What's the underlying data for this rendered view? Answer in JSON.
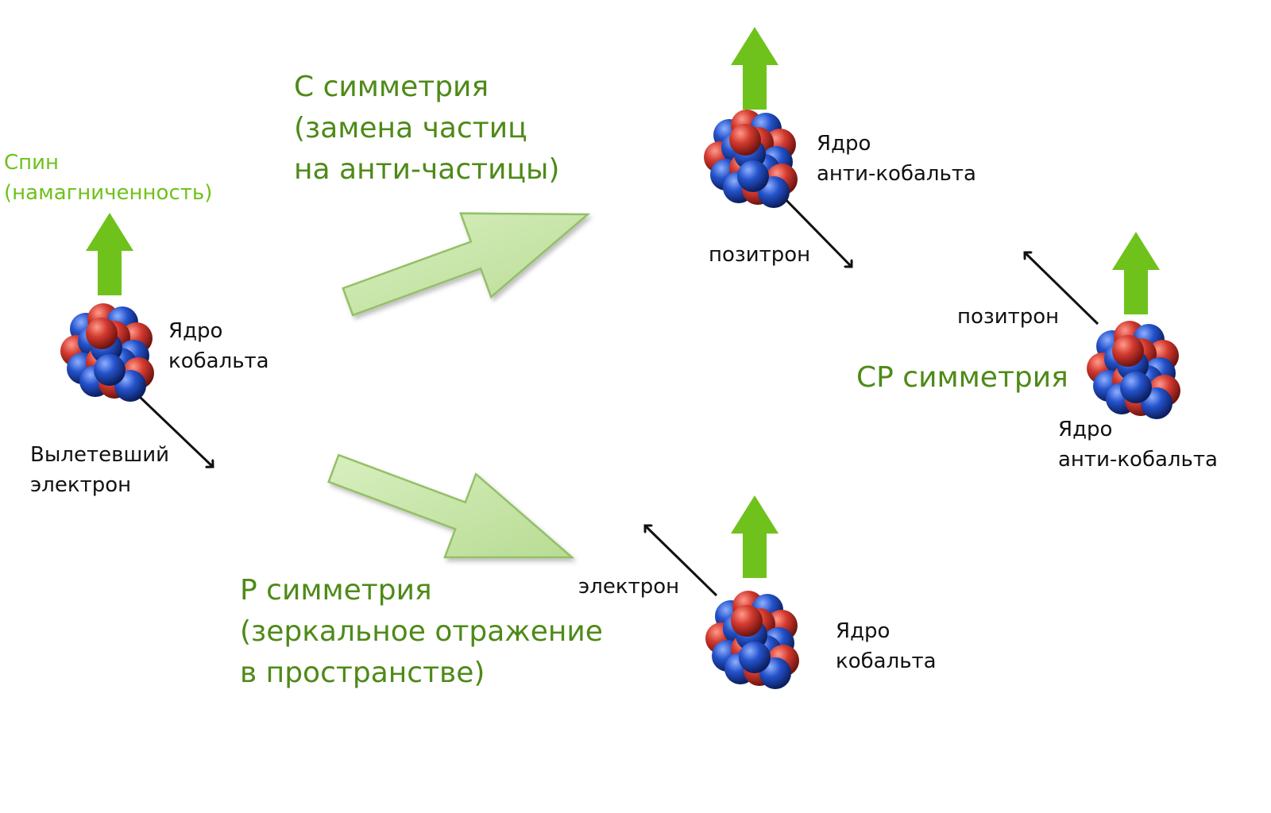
{
  "labels": {
    "spin": "Спин\n(намагниченность)",
    "nucleus_cobalt_left": "Ядро\nкобальта",
    "electron_left": "Вылетевший\nэлектрон",
    "c_symmetry": "С симметрия\n(замена частиц\nна анти-частицы)",
    "nucleus_anticobalt_top": "Ядро\nанти-кобальта",
    "positron_top": "позитрон",
    "positron_right": "позитрон",
    "cp_symmetry": "СР симметрия",
    "nucleus_anticobalt_right": "Ядро\nанти-кобальта",
    "p_symmetry": "Р симметрия\n(зеркальное отражение\nв пространстве)",
    "electron_bottom": "электрон",
    "nucleus_cobalt_bottom": "Ядро\nкобальта"
  },
  "colors": {
    "spin_arrow": "#6fc21c",
    "big_arrow_fill": "#c6e5a6",
    "big_arrow_stroke": "#93c066",
    "text_green": "#4e8a18",
    "text_spin": "#6fc21c",
    "proton": "#c9302c",
    "neutron": "#1f4fc2"
  },
  "icons": {
    "nucleus": "nucleus-icon",
    "spin": "spin-arrow-icon",
    "emission": "emission-arrow-icon",
    "transform": "transformation-arrow-icon"
  }
}
